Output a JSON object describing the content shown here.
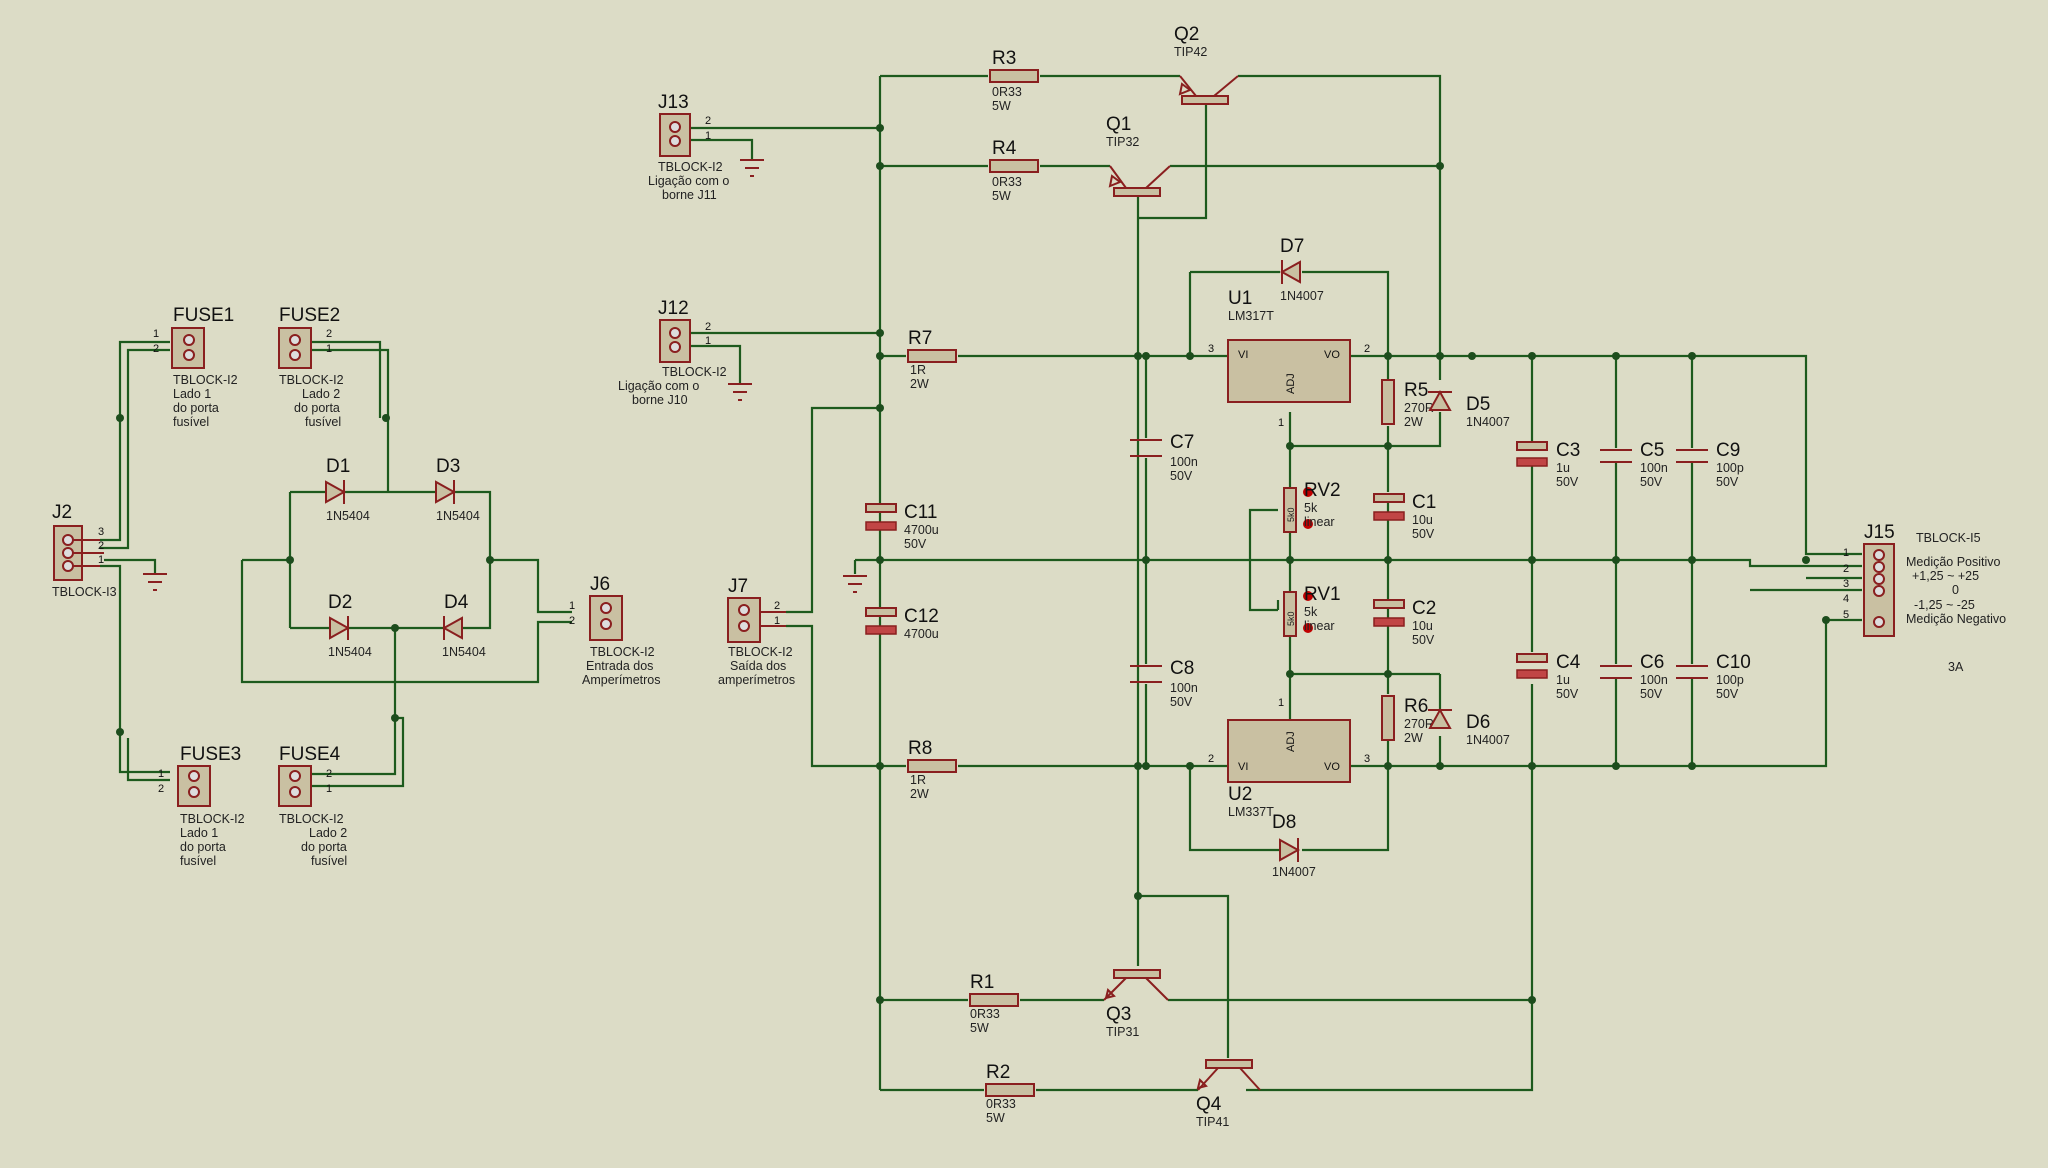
{
  "colors": {
    "background": "#dcdcc6",
    "wire": "#1d5a1d",
    "component": "#8a1f1f",
    "component_fill": "#c9c0a2"
  },
  "components": {
    "J2": {
      "ref": "J2",
      "type": "TBLOCK-I3",
      "pins": [
        "3",
        "2",
        "1"
      ]
    },
    "FUSE1": {
      "ref": "FUSE1",
      "type": "TBLOCK-I2",
      "desc": [
        "Lado 1",
        "do porta",
        "fusível"
      ],
      "pins": [
        "1",
        "2"
      ]
    },
    "FUSE2": {
      "ref": "FUSE2",
      "type": "TBLOCK-I2",
      "desc": [
        "Lado 2",
        "do porta",
        "fusível"
      ],
      "pins": [
        "2",
        "1"
      ]
    },
    "FUSE3": {
      "ref": "FUSE3",
      "type": "TBLOCK-I2",
      "desc": [
        "Lado 1",
        "do porta",
        "fusível"
      ],
      "pins": [
        "1",
        "2"
      ]
    },
    "FUSE4": {
      "ref": "FUSE4",
      "type": "TBLOCK-I2",
      "desc": [
        "Lado 2",
        "do porta",
        "fusível"
      ],
      "pins": [
        "2",
        "1"
      ]
    },
    "D1": {
      "ref": "D1",
      "value": "1N5404"
    },
    "D2": {
      "ref": "D2",
      "value": "1N5404"
    },
    "D3": {
      "ref": "D3",
      "value": "1N5404"
    },
    "D4": {
      "ref": "D4",
      "value": "1N5404"
    },
    "J6": {
      "ref": "J6",
      "type": "TBLOCK-I2",
      "desc": [
        "Entrada dos",
        "Amperímetros"
      ],
      "pins": [
        "1",
        "2"
      ]
    },
    "J7": {
      "ref": "J7",
      "type": "TBLOCK-I2",
      "desc": [
        "Saída dos",
        "amperímetros"
      ],
      "pins": [
        "2",
        "1"
      ]
    },
    "J12": {
      "ref": "J12",
      "type": "TBLOCK-I2",
      "desc": [
        "Ligação com o",
        "borne J10"
      ],
      "pins": [
        "2",
        "1"
      ]
    },
    "J13": {
      "ref": "J13",
      "type": "TBLOCK-I2",
      "desc": [
        "Ligação com o",
        "borne J11"
      ],
      "pins": [
        "2",
        "1"
      ]
    },
    "J15": {
      "ref": "J15",
      "type": "TBLOCK-I5",
      "desc": [
        "Medição Positivo",
        "+1,25 ~ +25",
        "0",
        "-1,25 ~ -25",
        "Medição Negativo"
      ],
      "current": "3A",
      "pins": [
        "1",
        "2",
        "3",
        "4",
        "5"
      ]
    },
    "R1": {
      "ref": "R1",
      "value": "0R33",
      "power": "5W"
    },
    "R2": {
      "ref": "R2",
      "value": "0R33",
      "power": "5W"
    },
    "R3": {
      "ref": "R3",
      "value": "0R33",
      "power": "5W"
    },
    "R4": {
      "ref": "R4",
      "value": "0R33",
      "power": "5W"
    },
    "R5": {
      "ref": "R5",
      "value": "270R",
      "power": "2W"
    },
    "R6": {
      "ref": "R6",
      "value": "270R",
      "power": "2W"
    },
    "R7": {
      "ref": "R7",
      "value": "1R",
      "power": "2W"
    },
    "R8": {
      "ref": "R8",
      "value": "1R",
      "power": "2W"
    },
    "Q1": {
      "ref": "Q1",
      "value": "TIP32"
    },
    "Q2": {
      "ref": "Q2",
      "value": "TIP42"
    },
    "Q3": {
      "ref": "Q3",
      "value": "TIP31"
    },
    "Q4": {
      "ref": "Q4",
      "value": "TIP41"
    },
    "U1": {
      "ref": "U1",
      "value": "LM317T",
      "pin_vi": "VI",
      "pin_vo": "VO",
      "pin_adj": "ADJ",
      "n_in": "3",
      "n_out": "2",
      "n_adj": "1"
    },
    "U2": {
      "ref": "U2",
      "value": "LM337T",
      "pin_vi": "VI",
      "pin_vo": "VO",
      "pin_adj": "ADJ",
      "n_in": "2",
      "n_out": "3",
      "n_adj": "1"
    },
    "D5": {
      "ref": "D5",
      "value": "1N4007"
    },
    "D6": {
      "ref": "D6",
      "value": "1N4007"
    },
    "D7": {
      "ref": "D7",
      "value": "1N4007"
    },
    "D8": {
      "ref": "D8",
      "value": "1N4007"
    },
    "RV1": {
      "ref": "RV1",
      "value": "5k",
      "taper": "linear",
      "body": "5k0"
    },
    "RV2": {
      "ref": "RV2",
      "value": "5k",
      "taper": "linear",
      "body": "5k0"
    },
    "C1": {
      "ref": "C1",
      "value": "10u",
      "voltage": "50V"
    },
    "C2": {
      "ref": "C2",
      "value": "10u",
      "voltage": "50V"
    },
    "C3": {
      "ref": "C3",
      "value": "1u",
      "voltage": "50V"
    },
    "C4": {
      "ref": "C4",
      "value": "1u",
      "voltage": "50V"
    },
    "C5": {
      "ref": "C5",
      "value": "100n",
      "voltage": "50V"
    },
    "C6": {
      "ref": "C6",
      "value": "100n",
      "voltage": "50V"
    },
    "C7": {
      "ref": "C7",
      "value": "100n",
      "voltage": "50V"
    },
    "C8": {
      "ref": "C8",
      "value": "100n",
      "voltage": "50V"
    },
    "C9": {
      "ref": "C9",
      "value": "100p",
      "voltage": "50V"
    },
    "C10": {
      "ref": "C10",
      "value": "100p",
      "voltage": "50V"
    },
    "C11": {
      "ref": "C11",
      "value": "4700u",
      "voltage": "50V"
    },
    "C12": {
      "ref": "C12",
      "value": "4700u"
    }
  }
}
